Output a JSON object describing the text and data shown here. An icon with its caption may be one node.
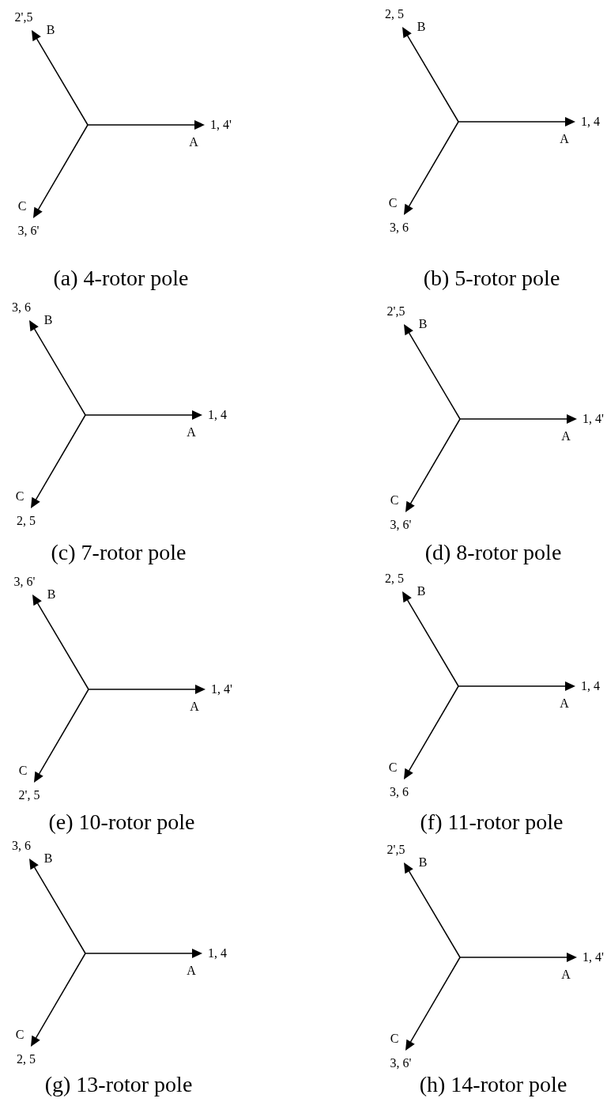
{
  "diagram": {
    "labels": [
      "2',5",
      "B",
      "1, 4'",
      "A",
      "C",
      "3, 6'",
      "(a) 4-rotor pole",
      "2, 5",
      "B",
      "1, 4",
      "A",
      "C",
      "3, 6",
      "(b) 5-rotor pole",
      "3, 6",
      "B",
      "1, 4",
      "A",
      "C",
      "2, 5",
      "(c) 7-rotor pole",
      "2',5",
      "B",
      "1, 4'",
      "A",
      "C",
      "3, 6'",
      "(d) 8-rotor pole",
      "3, 6'",
      "B",
      "1, 4'",
      "A",
      "C",
      "2', 5",
      "(e) 10-rotor pole",
      "2, 5",
      "B",
      "1, 4",
      "A",
      "C",
      "3, 6",
      "(f) 11-rotor pole",
      "3, 6",
      "B",
      "1, 4",
      "A",
      "C",
      "2, 5",
      "(g) 13-rotor pole",
      "2',5",
      "B",
      "1, 4'",
      "A",
      "C",
      "3, 6'",
      "(h) 14-rotor pole"
    ]
  }
}
